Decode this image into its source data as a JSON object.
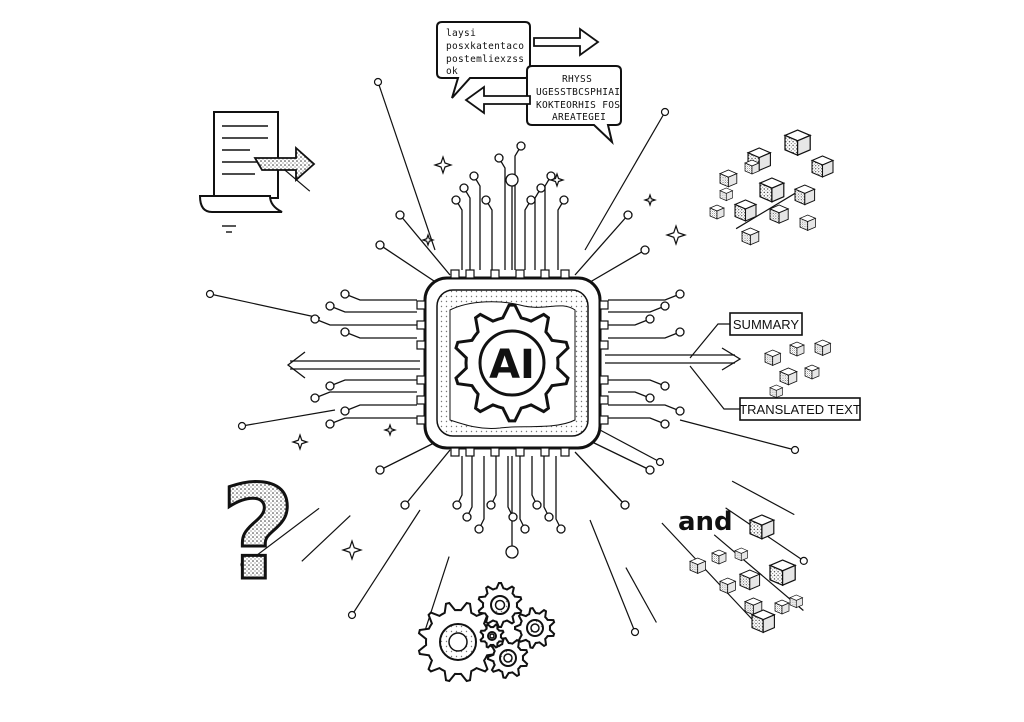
{
  "center_chip": {
    "label": "AI"
  },
  "bubble_left": {
    "lines": [
      "laysi",
      "posxkatentaco",
      "postemliexzss",
      "ok"
    ]
  },
  "bubble_right": {
    "lines": [
      "RHYSS",
      "UGESSTBCSPHIAI",
      "KOKTEORHIS FOS",
      "AREATEGEI"
    ]
  },
  "output_labels": {
    "summary": "SUMMARY",
    "translated": "TRANSLATED TEXT"
  },
  "and_label": "and",
  "question_mark": "?",
  "colors": {
    "ink": "#111111",
    "paper": "#ffffff"
  }
}
